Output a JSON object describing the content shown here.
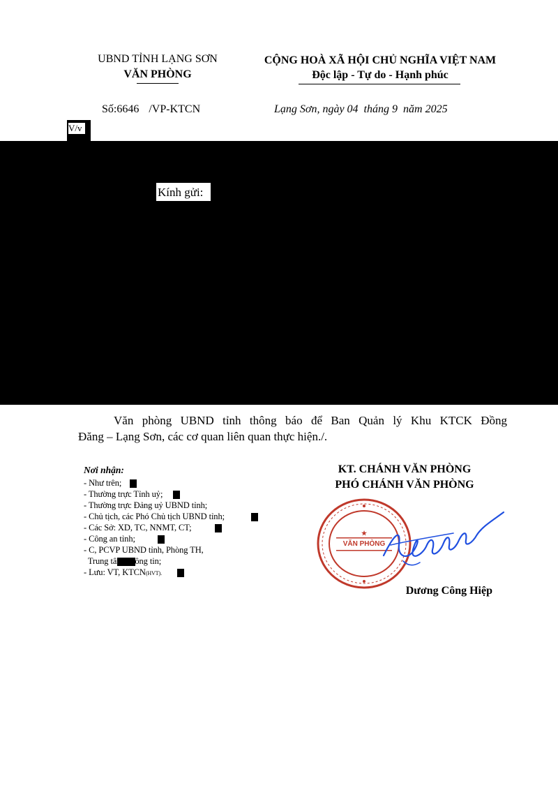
{
  "header": {
    "org_line1": "UBND TỈNH LẠNG SƠN",
    "org_line2": "VĂN PHÒNG",
    "nation_line1": "CỘNG HOÀ XÃ HỘI CHỦ NGHĨA VIỆT NAM",
    "nation_line2": "Độc lập - Tự do - Hạnh phúc"
  },
  "document": {
    "number_prefix": "Số:",
    "number": "6646",
    "number_suffix": "/VP-KTCN",
    "date_location": "Lạng Sơn, ngày",
    "date_day": "04",
    "date_month_label": "tháng",
    "date_month": "9",
    "date_year_label": "năm",
    "date_year": "2025",
    "subject_label": "V/v",
    "addressee_label": "Kính gửi:"
  },
  "body": {
    "paragraph_line1": "Văn phòng UBND tỉnh thông báo để Ban Quản lý Khu KTCK Đồng",
    "paragraph_line2": "Đăng – Lạng Sơn, các cơ quan liên quan thực hiện./."
  },
  "recipients": {
    "title": "Nơi nhận:",
    "items": [
      "- Như trên;",
      "- Thường trực Tỉnh uỷ;",
      "- Thường trực Đảng uỷ UBND tỉnh;",
      "- Chủ tịch, các Phó Chủ tịch UBND tỉnh;",
      "- Các Sở: XD, TC, NNMT, CT;",
      "- Công an tỉnh;",
      "- C, PCVP UBND tỉnh, Phòng TH,",
      "  Trung tâm Thông tin;",
      "- Lưu: VT, KTCN"
    ],
    "archive_suffix": "(HVT)."
  },
  "signature": {
    "title_line1": "KT. CHÁNH VĂN PHÒNG",
    "title_line2": "PHÓ CHÁNH VĂN PHÒNG",
    "signer_name": "Dương Công Hiệp"
  },
  "stamp": {
    "center_text": "VĂN PHÒNG",
    "color": "#c0392b"
  },
  "colors": {
    "ink": "#000000",
    "signature_ink": "#1f4fe0",
    "redaction": "#000000"
  }
}
